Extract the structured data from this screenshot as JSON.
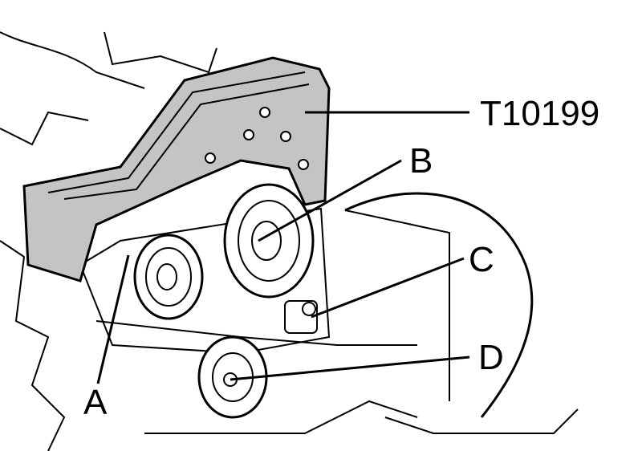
{
  "labels": {
    "tool": "T10199",
    "a": "A",
    "b": "B",
    "c": "C",
    "d": "D"
  },
  "colors": {
    "tool_fill": "#c4c4c4",
    "line": "#000000",
    "background": "#ffffff"
  }
}
